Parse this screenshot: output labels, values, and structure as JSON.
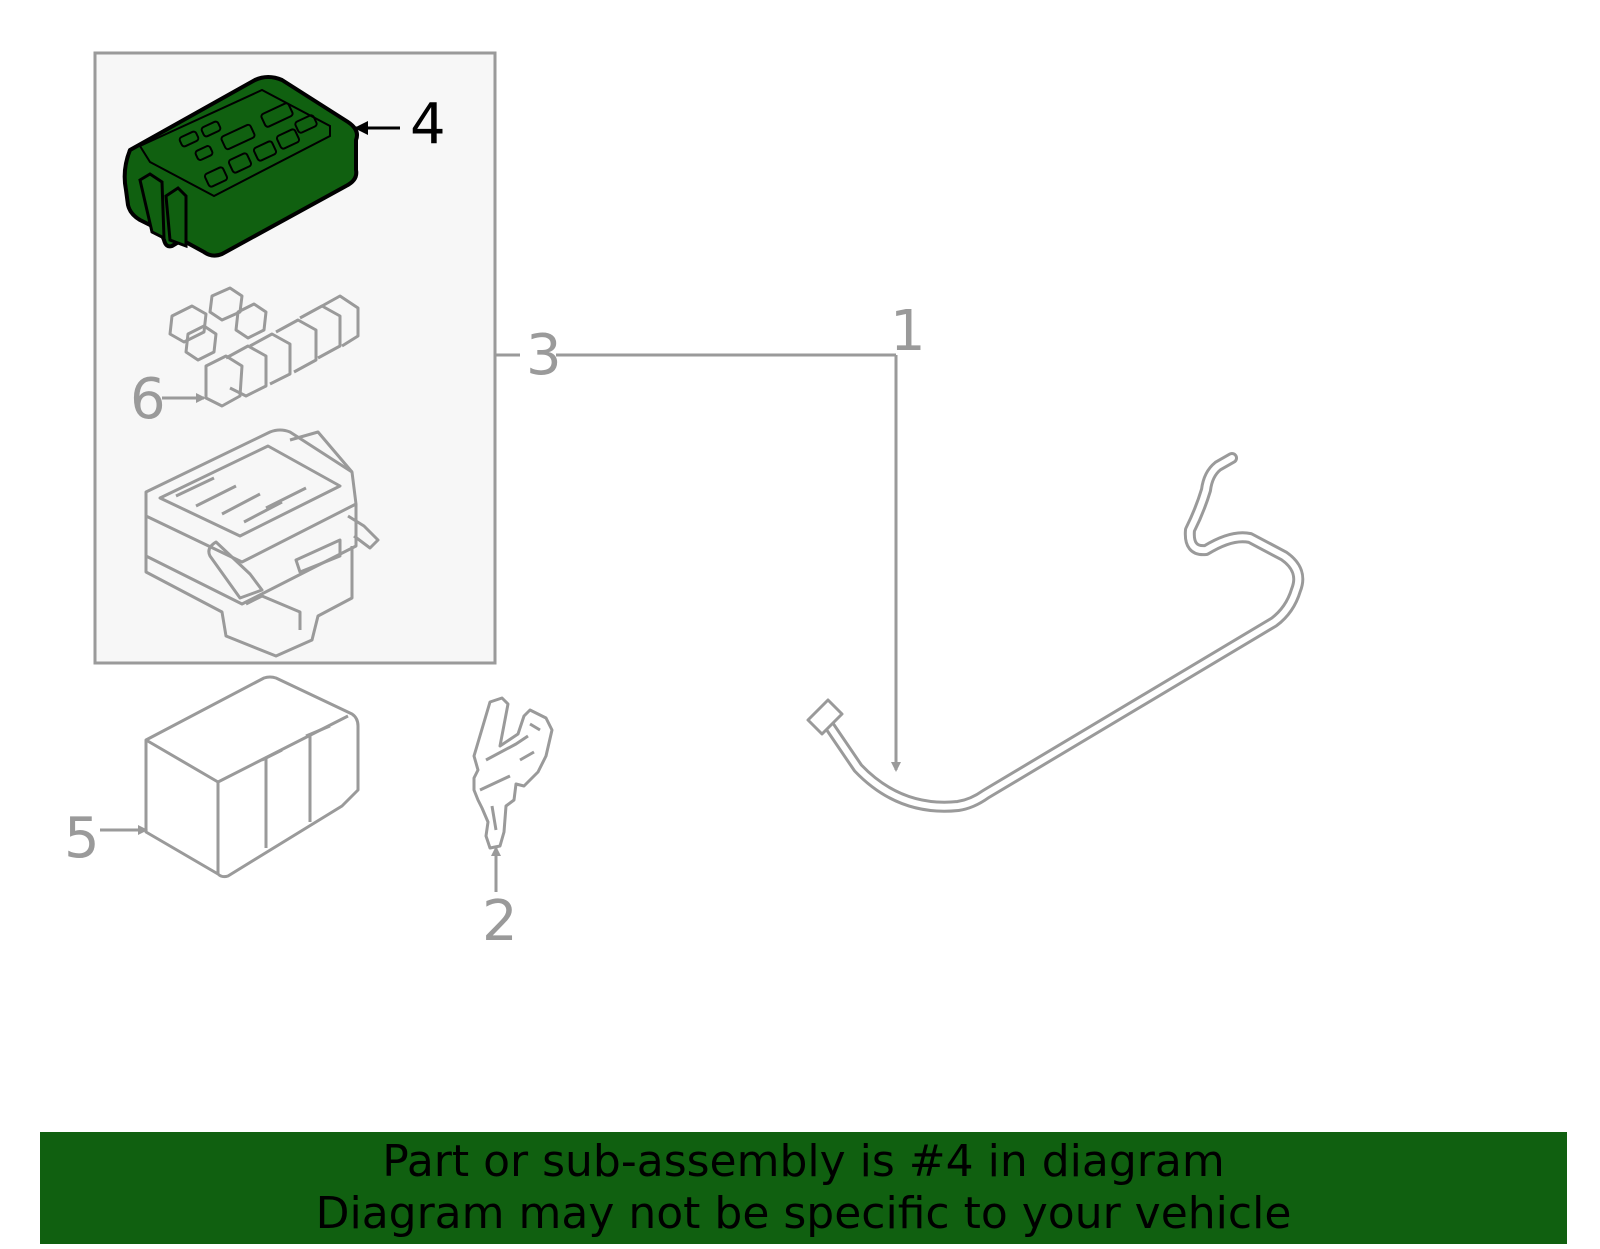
{
  "callouts": {
    "c1": "1",
    "c2": "2",
    "c3": "3",
    "c4": "4",
    "c5": "5",
    "c6": "6"
  },
  "highlighted_part": "4",
  "banner": {
    "line1": "Part or sub-assembly is #4 in diagram",
    "line2": "Diagram may not be specific to your vehicle"
  },
  "colors": {
    "highlight": "#106010",
    "outline": "#9a9a9a",
    "banner_bg": "#106010",
    "panel_bg": "#f7f7f7"
  }
}
